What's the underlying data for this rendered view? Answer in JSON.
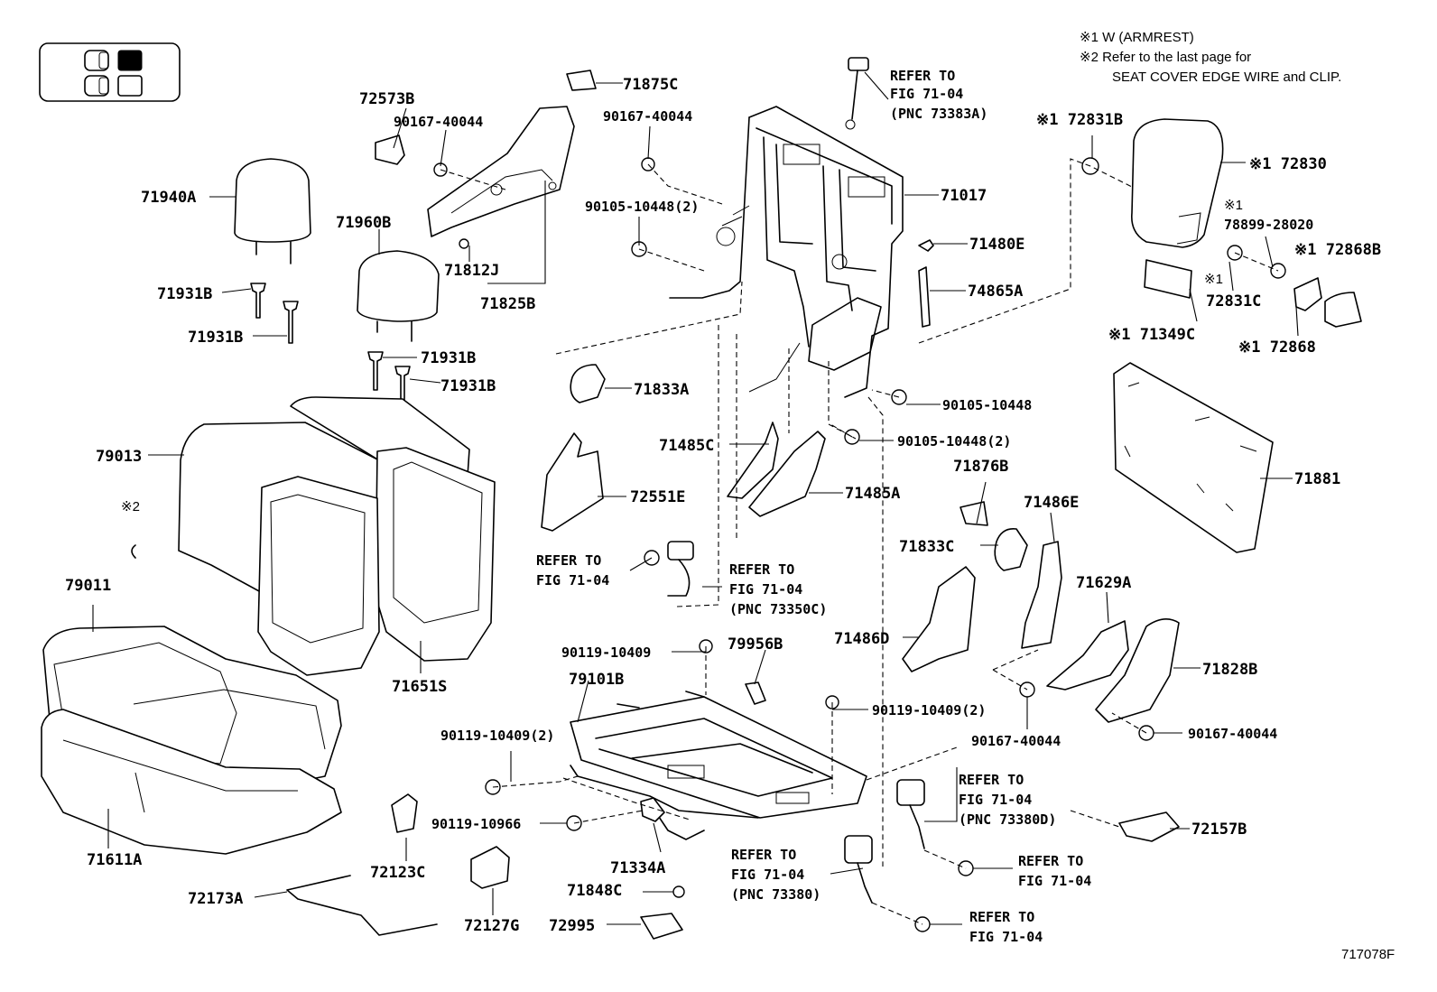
{
  "diagram": {
    "code": "717078F",
    "notes": [
      "※1  W (ARMREST)",
      "※2  Refer to the last page for",
      "SEAT COVER EDGE WIRE and CLIP."
    ],
    "callouts": [
      {
        "id": "c0",
        "text": "71875C"
      },
      {
        "id": "c1",
        "text": "72573B"
      },
      {
        "id": "c2",
        "text": "90167-40044"
      },
      {
        "id": "c3",
        "text": "90167-40044"
      },
      {
        "id": "c4",
        "text": "71940A"
      },
      {
        "id": "c5",
        "text": "71960B"
      },
      {
        "id": "c6",
        "text": "90105-10448(2)"
      },
      {
        "id": "c7",
        "text": "71812J"
      },
      {
        "id": "c8",
        "text": "71825B"
      },
      {
        "id": "c9",
        "text": "71931B"
      },
      {
        "id": "c10",
        "text": "71931B"
      },
      {
        "id": "c11",
        "text": "71931B"
      },
      {
        "id": "c12",
        "text": "71931B"
      },
      {
        "id": "c13",
        "text": "71017"
      },
      {
        "id": "c14",
        "text": "71480E"
      },
      {
        "id": "c15",
        "text": "74865A"
      },
      {
        "id": "c16",
        "text": "71833A"
      },
      {
        "id": "c17",
        "text": "90105-10448"
      },
      {
        "id": "c18",
        "text": "90105-10448(2)"
      },
      {
        "id": "c19",
        "text": "79013"
      },
      {
        "id": "c20",
        "text": "71485C"
      },
      {
        "id": "c21",
        "text": "72551E"
      },
      {
        "id": "c22",
        "text": "71485A"
      },
      {
        "id": "c23",
        "text": "※2"
      },
      {
        "id": "c24",
        "text": "79011"
      },
      {
        "id": "c25",
        "text": "71651S"
      },
      {
        "id": "c26",
        "text": "90119-10409"
      },
      {
        "id": "c27",
        "text": "79956B"
      },
      {
        "id": "c28",
        "text": "79101B"
      },
      {
        "id": "c29",
        "text": "90119-10409(2)"
      },
      {
        "id": "c30",
        "text": "90119-10409(2)"
      },
      {
        "id": "c31",
        "text": "90119-10966"
      },
      {
        "id": "c32",
        "text": "71611A"
      },
      {
        "id": "c33",
        "text": "72123C"
      },
      {
        "id": "c34",
        "text": "71334A"
      },
      {
        "id": "c35",
        "text": "72173A"
      },
      {
        "id": "c36",
        "text": "71848C"
      },
      {
        "id": "c37",
        "text": "72127G"
      },
      {
        "id": "c38",
        "text": "72995"
      },
      {
        "id": "c39",
        "text": "※1 72831B"
      },
      {
        "id": "c40",
        "text": "※1 72830"
      },
      {
        "id": "c41",
        "text": "※1"
      },
      {
        "id": "c42",
        "text": "78899-28020"
      },
      {
        "id": "c43",
        "text": "※1 72868B"
      },
      {
        "id": "c44",
        "text": "※1"
      },
      {
        "id": "c45",
        "text": "72831C"
      },
      {
        "id": "c46",
        "text": "※1 71349C"
      },
      {
        "id": "c47",
        "text": "※1 72868"
      },
      {
        "id": "c48",
        "text": "71881"
      },
      {
        "id": "c49",
        "text": "71876B"
      },
      {
        "id": "c50",
        "text": "71486E"
      },
      {
        "id": "c51",
        "text": "71833C"
      },
      {
        "id": "c52",
        "text": "71629A"
      },
      {
        "id": "c53",
        "text": "71486D"
      },
      {
        "id": "c54",
        "text": "71828B"
      },
      {
        "id": "c55",
        "text": "90167-40044"
      },
      {
        "id": "c56",
        "text": "90167-40044"
      },
      {
        "id": "c57",
        "text": "72157B"
      }
    ],
    "references": [
      {
        "id": "r0",
        "lines": [
          "REFER TO",
          "FIG 71-04",
          "(PNC 73383A)"
        ]
      },
      {
        "id": "r1",
        "lines": [
          "REFER TO",
          "FIG 71-04"
        ]
      },
      {
        "id": "r2",
        "lines": [
          "REFER TO",
          "FIG 71-04",
          "(PNC 73350C)"
        ]
      },
      {
        "id": "r3",
        "lines": [
          "REFER TO",
          "FIG 71-04",
          "(PNC 73380D)"
        ]
      },
      {
        "id": "r4",
        "lines": [
          "REFER TO",
          "FIG 71-04"
        ]
      },
      {
        "id": "r5",
        "lines": [
          "REFER TO",
          "FIG 71-04",
          "(PNC 73380)"
        ]
      },
      {
        "id": "r6",
        "lines": [
          "REFER TO",
          "FIG 71-04"
        ]
      }
    ]
  }
}
